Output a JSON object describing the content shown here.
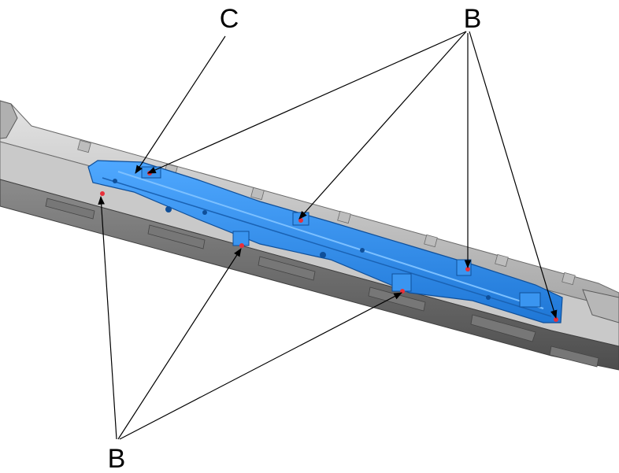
{
  "callouts": {
    "c_top": "C",
    "b_top": "B",
    "b_bottom": "B"
  },
  "colors": {
    "bracket": "#2b8ff0",
    "bracket_dark": "#1c6cc4",
    "bracket_light": "#5fb0ff",
    "trim": "#9a9a9a",
    "trim_light": "#d2d2d2",
    "trim_dark": "#5e5e5e",
    "clip_highlight": "#e8303a"
  },
  "icons": [
    "arrow-icon"
  ]
}
